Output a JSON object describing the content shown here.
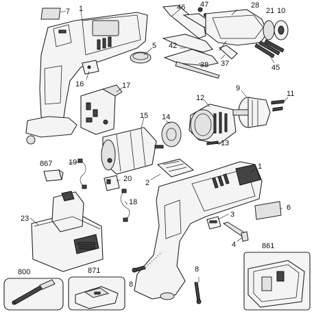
{
  "parts": {
    "p1_top": "1",
    "p7": "7",
    "p46": "46",
    "p47": "47",
    "p28": "28",
    "p21": "21",
    "p10": "10",
    "p5": "5",
    "p42": "42",
    "p38": "38",
    "p37": "37",
    "p45": "45",
    "p16": "16",
    "p17": "17",
    "p9": "9",
    "p11": "11",
    "p12": "12",
    "p15": "15",
    "p14": "14",
    "p13": "13",
    "p867": "867",
    "p19": "19",
    "p20": "20",
    "p2": "2",
    "p1_bottom": "1",
    "p18": "18",
    "p23": "23",
    "p3": "3",
    "p6": "6",
    "p4": "4",
    "p861": "861",
    "p871": "871",
    "p800": "800",
    "p8_left": "8",
    "p8_right": "8"
  }
}
